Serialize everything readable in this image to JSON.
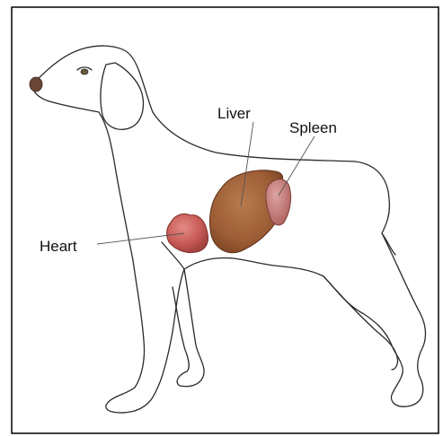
{
  "labels": {
    "heart": "Heart",
    "liver": "Liver",
    "spleen": "Spleen"
  },
  "colors": {
    "frame": "#000000",
    "outline": "#2a2a2a",
    "nose": "#6b4637",
    "heart": "#c9605c",
    "liver": "#a0623b",
    "spleen": "#c07a78"
  }
}
